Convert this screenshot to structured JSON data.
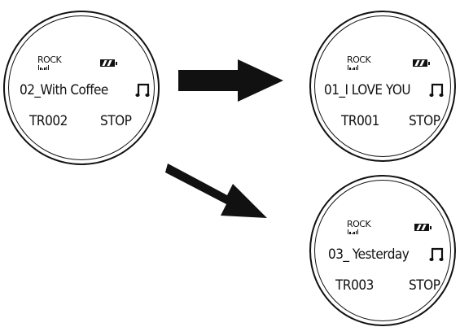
{
  "displays": [
    {
      "eq_mode": "ROCK",
      "title": "02_With Coffee",
      "track": "TR002",
      "status": "STOP",
      "icons": [
        "equalizer-bars-icon",
        "battery-full-icon",
        "music-note-icon"
      ]
    },
    {
      "eq_mode": "ROCK",
      "title": "01_I LOVE YOU",
      "track": "TR001",
      "status": "STOP",
      "icons": [
        "equalizer-bars-icon",
        "battery-full-icon",
        "music-note-icon"
      ]
    },
    {
      "eq_mode": "ROCK",
      "title": "03_ Yesterday",
      "track": "TR003",
      "status": "STOP",
      "icons": [
        "equalizer-bars-icon",
        "battery-full-icon",
        "music-note-icon"
      ]
    }
  ],
  "arrows": [
    {
      "from": "display-1",
      "to": "display-2",
      "direction": "right"
    },
    {
      "from": "display-1",
      "to": "display-3",
      "direction": "down-right"
    }
  ],
  "colors": {
    "ink": "#111111",
    "background": "#ffffff"
  }
}
